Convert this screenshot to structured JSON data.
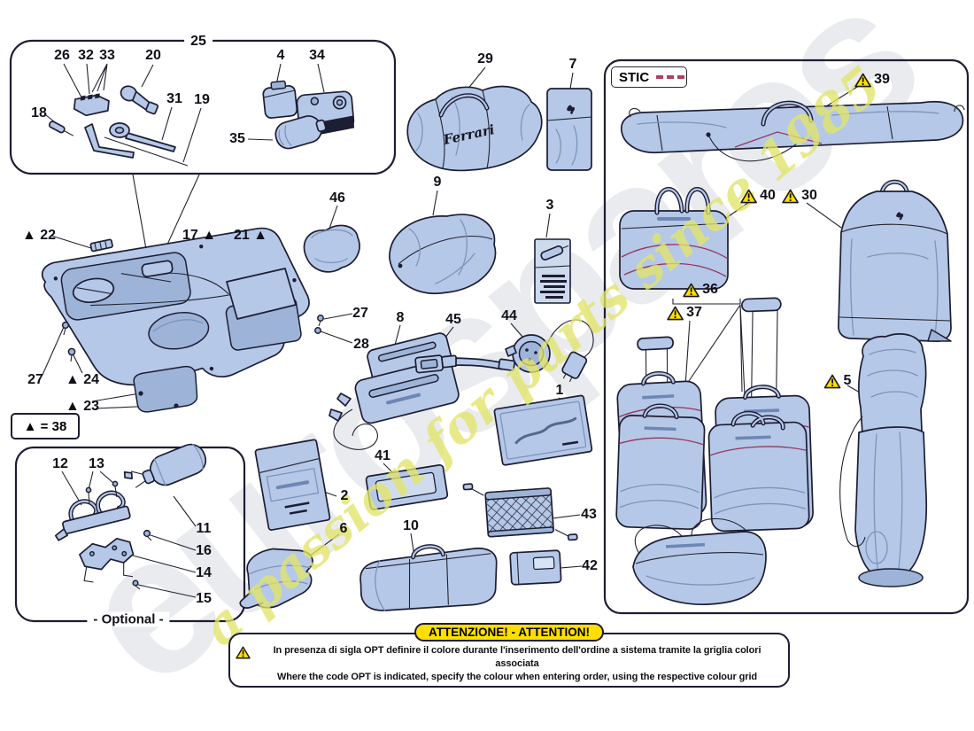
{
  "watermark": {
    "brand": "eurospares",
    "tagline": "a passion for parts since 1985"
  },
  "logos": {
    "duffel": "Ferrari"
  },
  "labels": {
    "25": "25",
    "26": "26",
    "32": "32",
    "33": "33",
    "20": "20",
    "18": "18",
    "31": "31",
    "19": "19",
    "4": "4",
    "34": "34",
    "35": "35",
    "29": "29",
    "7": "7",
    "9": "9",
    "46": "46",
    "3": "3",
    "t22": "▲ 22",
    "t17": "17 ▲",
    "t21": "21 ▲",
    "t24": "▲ 24",
    "t23": "▲ 23",
    "27a": "27",
    "27b": "27",
    "28": "28",
    "8": "8",
    "45": "45",
    "44": "44",
    "1": "1",
    "2": "2",
    "41": "41",
    "43": "43",
    "6": "6",
    "10": "10",
    "42": "42",
    "12": "12",
    "13": "13",
    "11": "11",
    "16": "16",
    "14": "14",
    "15": "15",
    "legend38": "▲ = 38",
    "optional": "- Optional -",
    "stic": "STIC"
  },
  "warnings": {
    "39": "39",
    "40": "40",
    "30": "30",
    "36": "36",
    "37": "37",
    "5": "5"
  },
  "attention": {
    "title": "ATTENZIONE! - ATTENTION!",
    "line_it": "In presenza di sigla OPT definire il colore durante l'inserimento dell'ordine a sistema tramite la griglia colori associata",
    "line_en": "Where the code OPT is indicated, specify the colour when entering order, using the respective colour grid"
  },
  "colors": {
    "part_fill": "#b5c8e8",
    "part_fill_dark": "#9db4d8",
    "outline": "#1d1d33",
    "accent_red": "#96365a",
    "warning_yellow": "#ffde00",
    "watermark_gray": "#bcc2ce",
    "watermark_yellow": "#e2e468",
    "stic_dash_red": "#b04060"
  }
}
